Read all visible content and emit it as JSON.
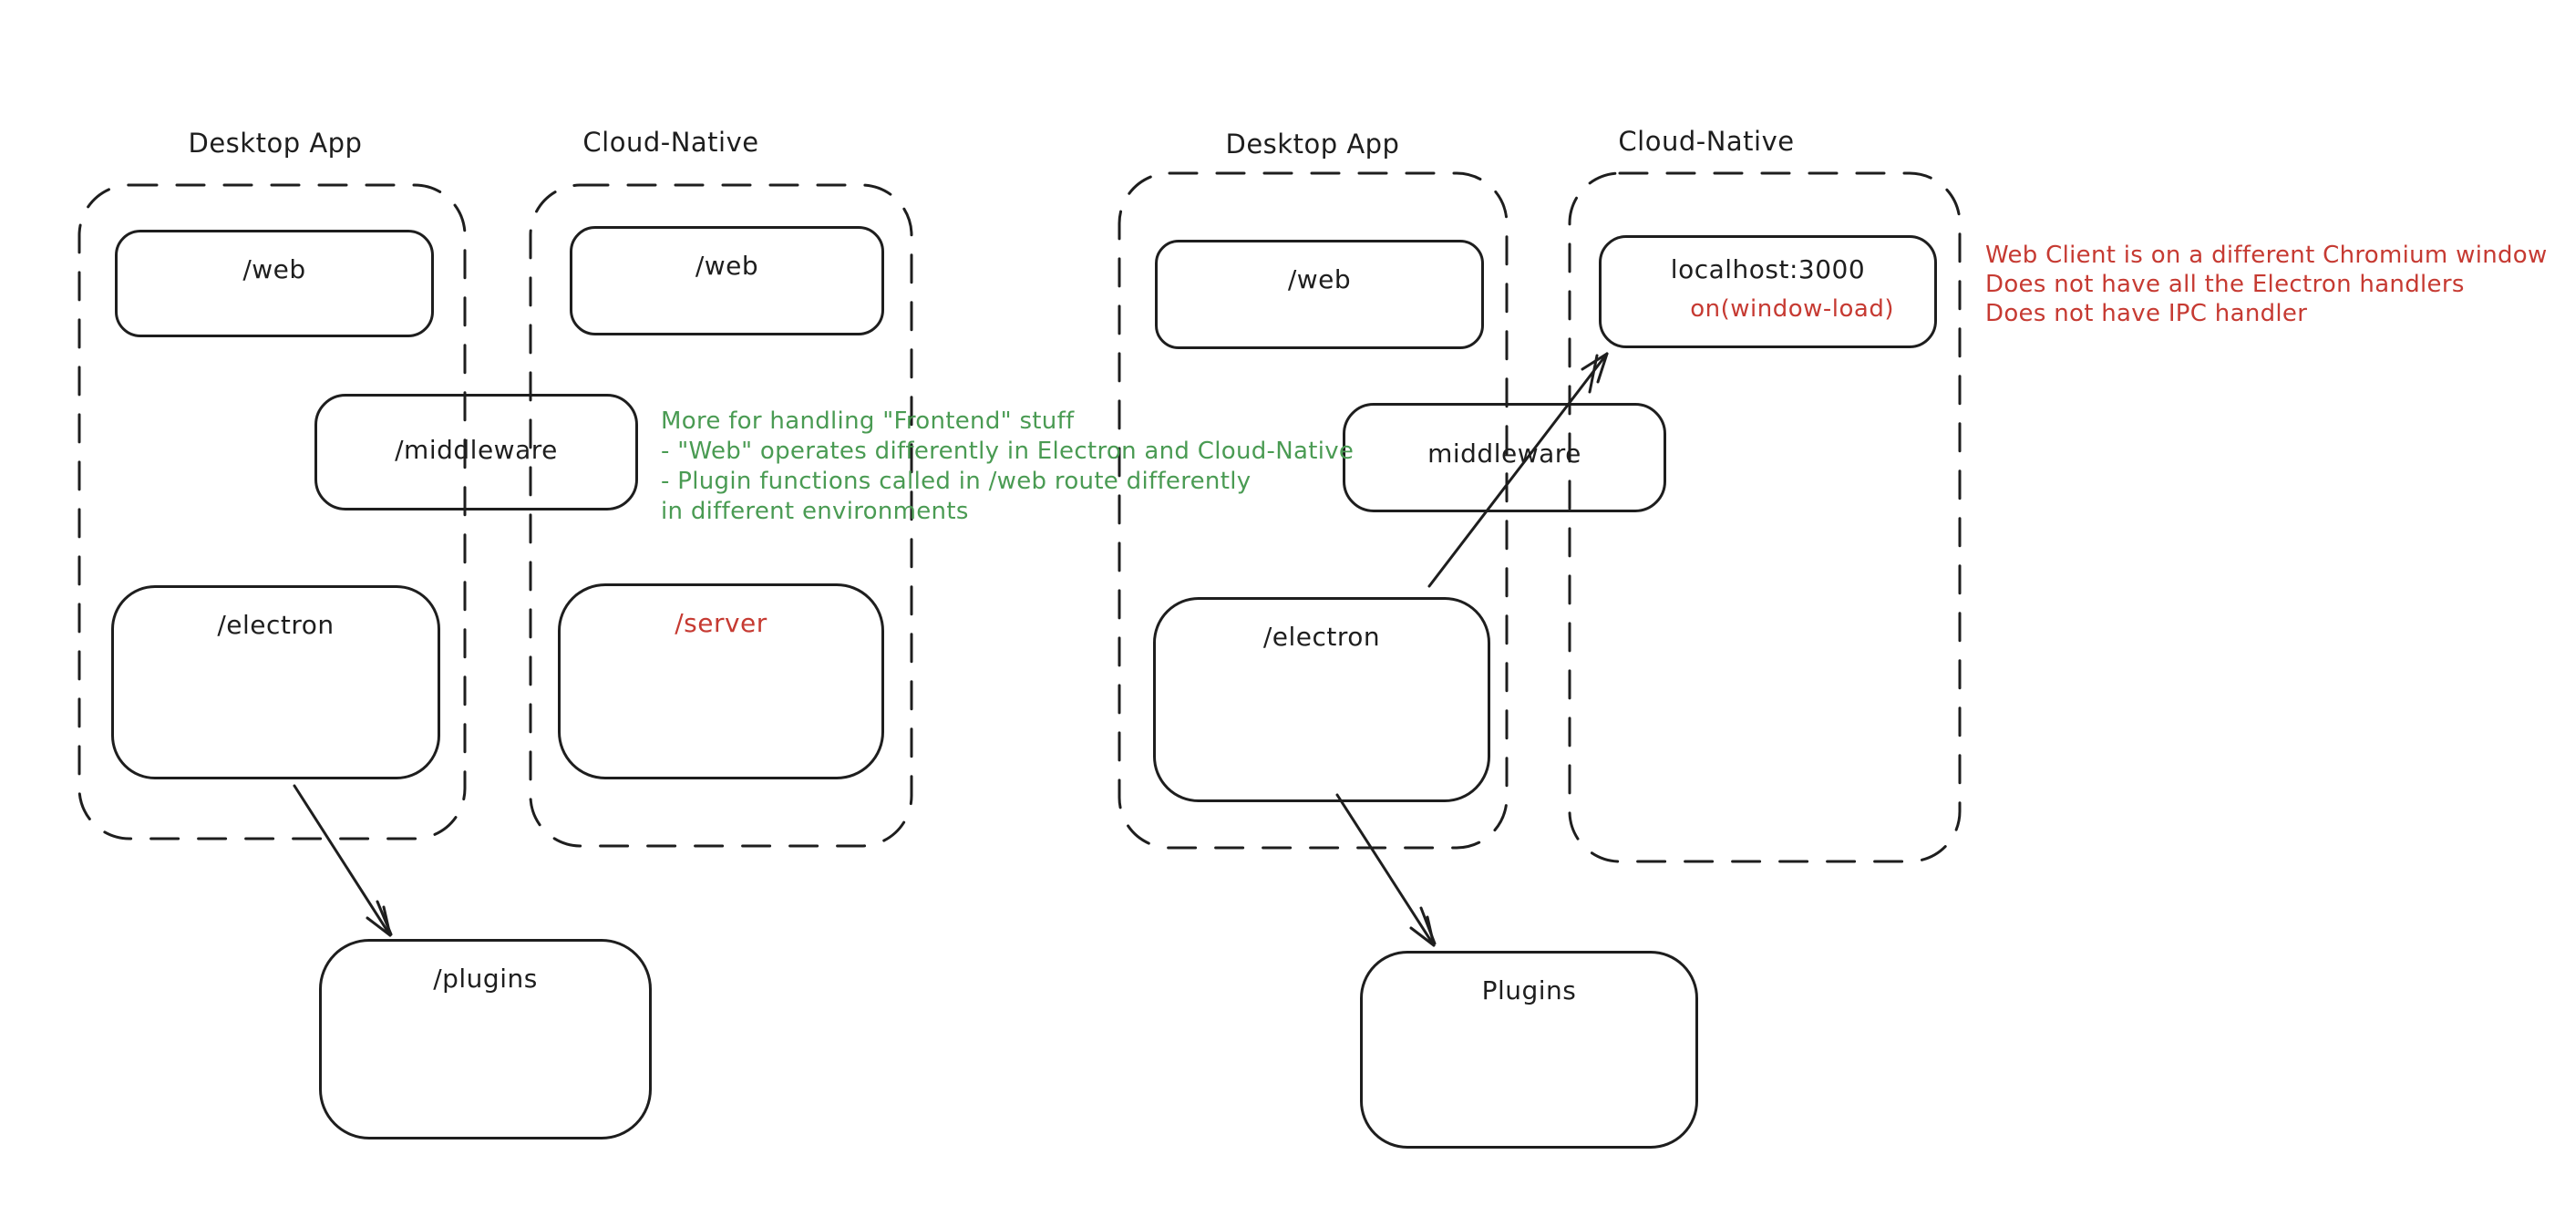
{
  "palette": {
    "ink": "#1e1e1e",
    "green": "#4a9b53",
    "red": "#c63a32",
    "background": "#ffffff"
  },
  "left_diagram": {
    "desktop_container_label": "Desktop App",
    "cloud_container_label": "Cloud-Native",
    "boxes": {
      "web_desktop": "/web",
      "web_cloud": "/web",
      "middleware": "/middleware",
      "electron": "/electron",
      "server": "/server",
      "plugins": "/plugins"
    },
    "note_lines": [
      "More for handling \"Frontend\" stuff",
      "- \"Web\" operates differently in Electron and Cloud-Native",
      "- Plugin functions called in /web route differently",
      "in different environments"
    ]
  },
  "right_diagram": {
    "desktop_container_label": "Desktop App",
    "cloud_container_label": "Cloud-Native",
    "boxes": {
      "web": "/web",
      "localhost": "localhost:3000",
      "localhost_event": "on(window-load)",
      "middleware": "middleware",
      "electron": "/electron",
      "plugins": "Plugins"
    },
    "note_lines": [
      "Web Client is on a different Chromium window",
      "Does not have all the Electron handlers",
      "Does not have IPC handler"
    ]
  }
}
